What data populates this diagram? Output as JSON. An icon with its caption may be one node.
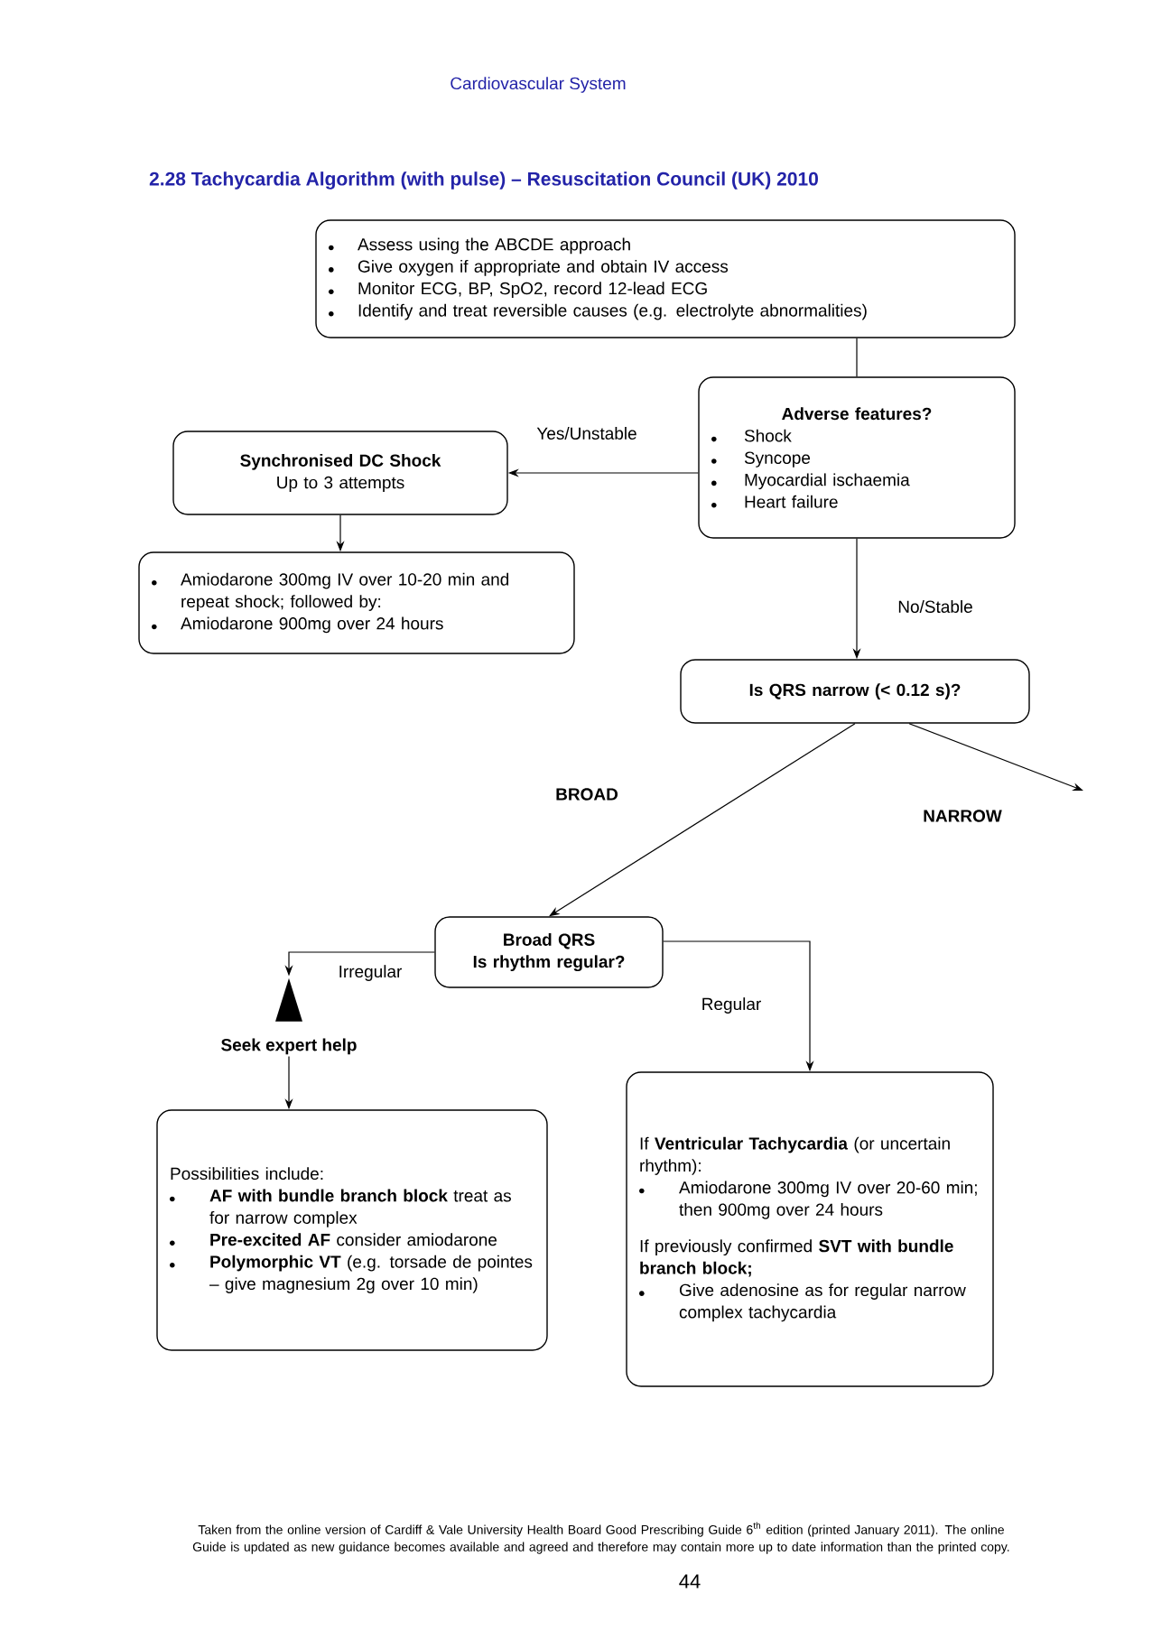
{
  "diagram": {
    "title": "2.28 Tachycardia Algorithm (with pulse) – Resuscitation Council (UK) 2010",
    "nodes": [
      {
        "text": [
          "Assess using the ABCDE approach",
          "Give oxygen if appropriate and obtain IV access",
          "Monitor ECG, BP, SpO2, record 12-lead ECG",
          "Identify and treat reversible causes (e.g. electrolyte abnormalities)"
        ]
      },
      {
        "text": [
          "Adverse features?",
          "Shock",
          "Syncope",
          "Myocardial ischaemia",
          "Heart failure"
        ]
      },
      {
        "text": [
          "Synchronised DC Shock",
          "Up to 3 attempts"
        ]
      },
      {
        "text": [
          "Amiodarone 300mg IV over 10-20 min and repeat shock; followed by:",
          "Amiodarone 900mg over 24 hours"
        ]
      },
      {
        "text": [
          "Is QRS narrow (< 0.12 s)?"
        ]
      },
      {
        "text": [
          "Broad QRS",
          "Is rhythm regular?"
        ]
      },
      {
        "text": [
          "Seek expert help"
        ]
      },
      {
        "text": [
          "Possibilities include:",
          "**AF with bundle branch block** treat as for narrow complex",
          "**Pre-excited AF** consider amiodarone",
          "**Polymorphic VT** (e.g. torsade de pointes – give magnesium 2g over 10 min)"
        ]
      },
      {
        "text": [
          "If **Ventricular Tachycardia** (or uncertain rhythm):",
          "Amiodarone 300mg IV over 20-60 min; then 900mg over 24 hours",
          "If previously confirmed **SVT with bundle branch block;**",
          "Give adenosine as for regular narrow complex tachycardia"
        ]
      }
    ],
    "edges": [
      {
        "from": 0,
        "to": 1,
        "arrow": "none"
      },
      {
        "from": 1,
        "to": 2,
        "arrow": "to",
        "label": "Yes/Unstable"
      },
      {
        "from": 2,
        "to": 3,
        "arrow": "to"
      },
      {
        "from": 1,
        "to": 4,
        "arrow": "to",
        "label": "No/Stable"
      },
      {
        "from": 4,
        "to": 5,
        "arrow": "to",
        "label": "BROAD"
      },
      {
        "from": 4,
        "to": null,
        "arrow": "to",
        "label": "NARROW"
      },
      {
        "from": 5,
        "to": 6,
        "arrow": "to",
        "label": "Irregular"
      },
      {
        "from": 6,
        "to": 7,
        "arrow": "to"
      },
      {
        "from": 5,
        "to": 8,
        "arrow": "to",
        "label": "Regular"
      }
    ],
    "labels": [
      "Cardiovascular System",
      "Taken from the online version of Cardiff & Vale University Health Board Good Prescribing Guide 6$^{th}$ edition (printed January 2011). The online Guide is updated as new guidance becomes available and agreed and therefore may contain more up to date information than the printed copy.",
      "44"
    ]
  }
}
